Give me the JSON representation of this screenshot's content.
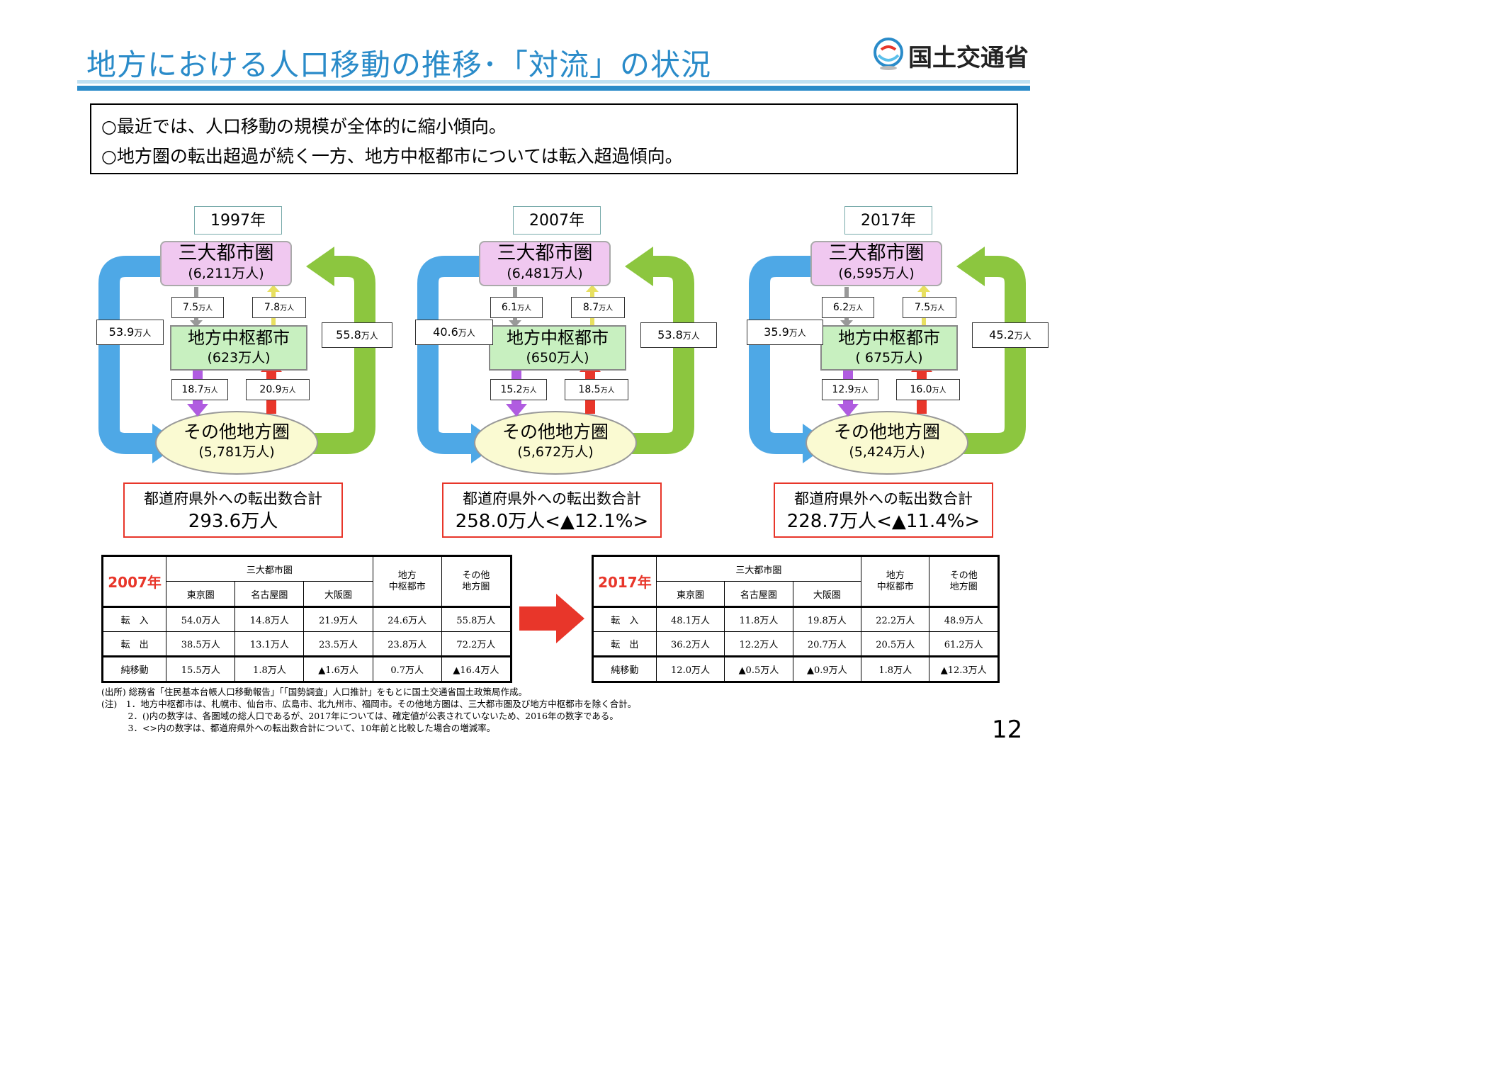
{
  "header": {
    "title": "地方における人口移動の推移･「対流」の状況",
    "logo_text": "国土交通省"
  },
  "summary": [
    "○最近では、人口移動の規模が全体的に縮小傾向。",
    "○地方圏の転出超過が続く一方、地方中枢都市については転入超過傾向。"
  ],
  "unit": "万人",
  "diagrams": [
    {
      "year": "1997年",
      "metro_name": "三大都市圏",
      "metro_pop": "(6,211万人)",
      "hub_name": "地方中枢都市",
      "hub_pop": "(623万人)",
      "other_name": "その他地方圏",
      "other_pop": "(5,781万人)",
      "metro_to_hub": "7.5",
      "hub_to_metro": "7.8",
      "hub_to_other": "18.7",
      "other_to_hub": "20.9",
      "metro_to_other": "53.9",
      "other_to_metro": "55.8",
      "total_label": "都道府県外への転出数合計",
      "total_value": "293.6万人"
    },
    {
      "year": "2007年",
      "metro_name": "三大都市圏",
      "metro_pop": "(6,481万人)",
      "hub_name": "地方中枢都市",
      "hub_pop": "(650万人)",
      "other_name": "その他地方圏",
      "other_pop": "(5,672万人)",
      "metro_to_hub": "6.1",
      "hub_to_metro": "8.7",
      "hub_to_other": "15.2",
      "other_to_hub": "18.5",
      "metro_to_other": "40.6",
      "other_to_metro": "53.8",
      "total_label": "都道府県外への転出数合計",
      "total_value": "258.0万人<▲12.1%>"
    },
    {
      "year": "2017年",
      "metro_name": "三大都市圏",
      "metro_pop": "(6,595万人)",
      "hub_name": "地方中枢都市",
      "hub_pop": "( 675万人)",
      "other_name": "その他地方圏",
      "other_pop": "(5,424万人)",
      "metro_to_hub": "6.2",
      "hub_to_metro": "7.5",
      "hub_to_other": "12.9",
      "other_to_hub": "16.0",
      "metro_to_other": "35.9",
      "other_to_metro": "45.2",
      "total_label": "都道府県外への転出数合計",
      "total_value": "228.7万人<▲11.4%>"
    }
  ],
  "tables": [
    {
      "year": "2007年",
      "group_header": "三大都市圏",
      "sub_headers": [
        "東京圏",
        "名古屋圏",
        "大阪圏"
      ],
      "hub_header": [
        "地方",
        "中枢都市"
      ],
      "other_header": [
        "その他",
        "地方圏"
      ],
      "rows": [
        {
          "label": "転　入",
          "values": [
            "54.0万人",
            "14.8万人",
            "21.9万人",
            "24.6万人",
            "55.8万人"
          ]
        },
        {
          "label": "転　出",
          "values": [
            "38.5万人",
            "13.1万人",
            "23.5万人",
            "23.8万人",
            "72.2万人"
          ]
        },
        {
          "label": "純移動",
          "values": [
            "15.5万人",
            "1.8万人",
            "▲1.6万人",
            "0.7万人",
            "▲16.4万人"
          ]
        }
      ]
    },
    {
      "year": "2017年",
      "group_header": "三大都市圏",
      "sub_headers": [
        "東京圏",
        "名古屋圏",
        "大阪圏"
      ],
      "hub_header": [
        "地方",
        "中枢都市"
      ],
      "other_header": [
        "その他",
        "地方圏"
      ],
      "rows": [
        {
          "label": "転　入",
          "values": [
            "48.1万人",
            "11.8万人",
            "19.8万人",
            "22.2万人",
            "48.9万人"
          ]
        },
        {
          "label": "転　出",
          "values": [
            "36.2万人",
            "12.2万人",
            "20.7万人",
            "20.5万人",
            "61.2万人"
          ]
        },
        {
          "label": "純移動",
          "values": [
            "12.0万人",
            "▲0.5万人",
            "▲0.9万人",
            "1.8万人",
            "▲12.3万人"
          ]
        }
      ]
    }
  ],
  "notes": [
    "(出所) 総務省「住民基本台帳人口移動報告」「「国勢調査」人口推計」をもとに国土交通省国土政策局作成。",
    "(注)　1．地方中枢都市は、札幌市、仙台市、広島市、北九州市、福岡市。その他地方圏は、三大都市圏及び地方中枢都市を除く合計。",
    "　　　2．()内の数字は、各圏域の総人口であるが、2017年については、確定値が公表されていないため、2016年の数字である。",
    "　　　3．<>内の数字は、都道府県外への転出数合計について、10年前と比較した場合の増減率。"
  ],
  "page_number": "12",
  "colors": {
    "title_blue": "#2a8bc9",
    "metro_fill": "#f0c8f0",
    "hub_fill": "#c8f0c0",
    "other_fill": "#fafad2",
    "left_arrow": "#4ea8e6",
    "right_arrow": "#8cc63f",
    "hub_down_arrow": "#b05ce0",
    "hub_up_arrow": "#e8362a",
    "small_down_arrow": "#999999",
    "small_up_arrow": "#e8e060",
    "highlight_red": "#e8362a"
  }
}
